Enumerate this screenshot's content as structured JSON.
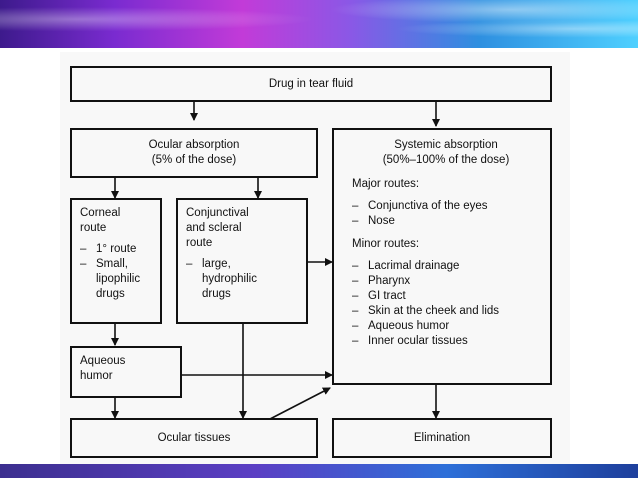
{
  "top_box": {
    "label": "Drug in tear fluid"
  },
  "ocular_absorption": {
    "line1": "Ocular absorption",
    "line2": "(5% of the dose)"
  },
  "systemic_absorption": {
    "line1": "Systemic absorption",
    "line2": "(50%–100% of the dose)",
    "major_heading": "Major routes:",
    "major_routes": [
      "Conjunctiva of the eyes",
      "Nose"
    ],
    "minor_heading": "Minor routes:",
    "minor_routes": [
      "Lacrimal drainage",
      "Pharynx",
      "GI tract",
      "Skin at the cheek and lids",
      "Aqueous humor",
      "Inner ocular tissues"
    ]
  },
  "corneal_route": {
    "title1": "Corneal",
    "title2": "route",
    "item1": "1° route",
    "item2_line1": "Small,",
    "item2_line2": "lipophilic",
    "item2_line3": "drugs"
  },
  "conjunctival_route": {
    "title1": "Conjunctival",
    "title2": "and scleral",
    "title3": "route",
    "item1_line1": "large,",
    "item1_line2": "hydrophilic",
    "item1_line3": "drugs"
  },
  "aqueous_humor": {
    "line1": "Aqueous",
    "line2": "humor"
  },
  "ocular_tissues": {
    "label": "Ocular tissues"
  },
  "elimination": {
    "label": "Elimination"
  },
  "dash_symbol": "–"
}
